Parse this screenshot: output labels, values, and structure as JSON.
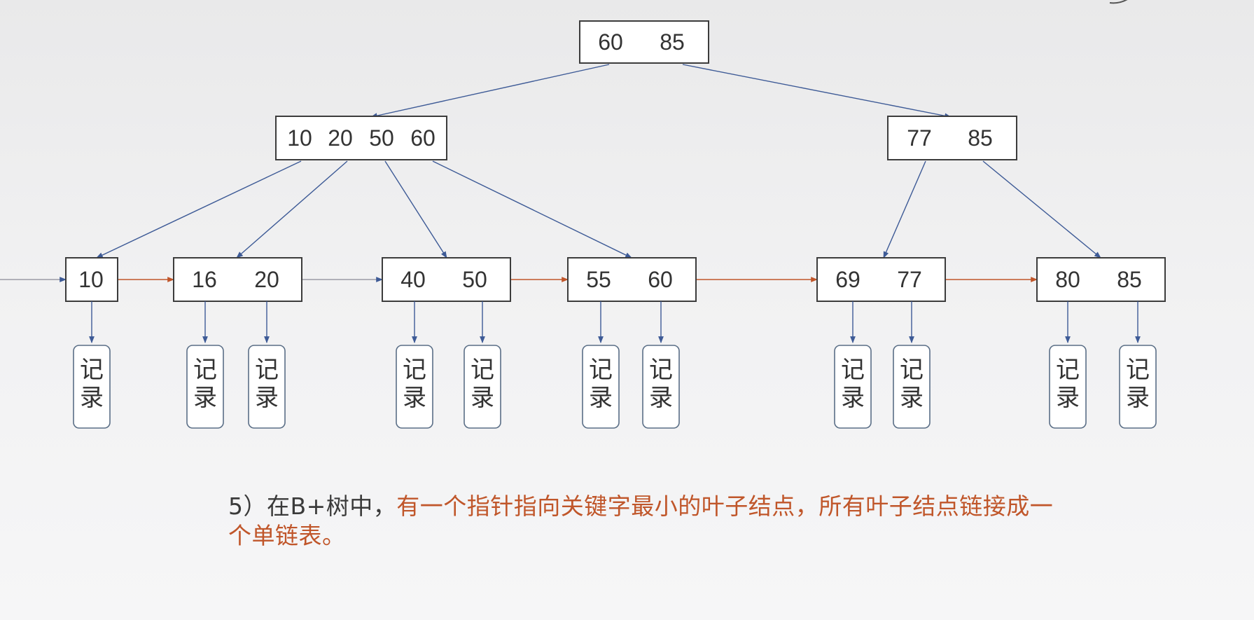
{
  "tree": {
    "root": {
      "keys": [
        "60",
        "85"
      ]
    },
    "internal": [
      {
        "keys": [
          "10",
          "20",
          "50",
          "60"
        ]
      },
      {
        "keys": [
          "77",
          "85"
        ]
      }
    ],
    "leaves": [
      {
        "keys": [
          "10"
        ],
        "records": [
          "记录"
        ]
      },
      {
        "keys": [
          "16",
          "20"
        ],
        "records": [
          "记录",
          "记录"
        ]
      },
      {
        "keys": [
          "40",
          "50"
        ],
        "records": [
          "记录",
          "记录"
        ]
      },
      {
        "keys": [
          "55",
          "60"
        ],
        "records": [
          "记录",
          "记录"
        ]
      },
      {
        "keys": [
          "69",
          "77"
        ],
        "records": [
          "记录",
          "记录"
        ]
      },
      {
        "keys": [
          "80",
          "85"
        ],
        "records": [
          "记录",
          "记录"
        ]
      }
    ]
  },
  "caption": {
    "prefix": "5）在B+树中，",
    "highlight": "有一个指针指向关键字最小的叶子结点，所有叶子结点链接成一个单链表。"
  },
  "colors": {
    "tree_pointer": "#3d5a96",
    "leaf_link": "#c0562a",
    "node_border": "#3c3c3c",
    "record_border": "#5a6e86",
    "highlight_text": "#c0562a",
    "body_text": "#3a3a3a"
  }
}
